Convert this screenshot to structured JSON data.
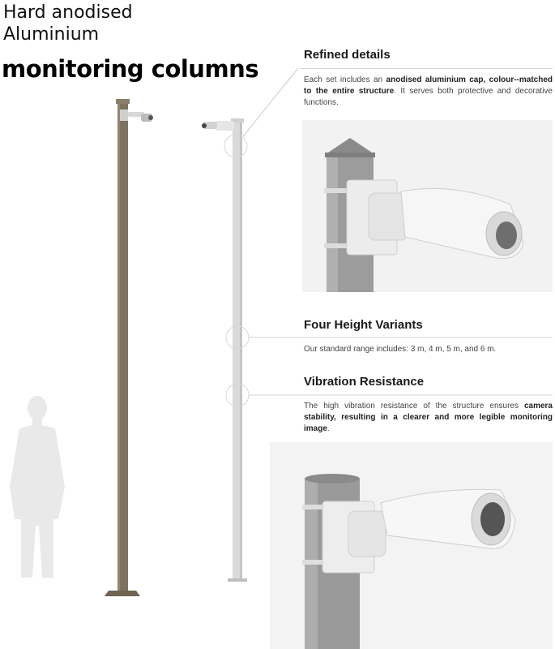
{
  "title": {
    "line1": "Hard anodised",
    "line2": "Aluminium",
    "line3": "monitoring columns"
  },
  "sections": [
    {
      "heading": "Refined details",
      "text_pre": "Each set includes an ",
      "text_bold": "anodised aluminium cap, colour--matched to the entire structure",
      "text_post": ". It serves both protective and decorative functions."
    },
    {
      "heading": "Four Height Variants",
      "text": "Our standard range includes: 3 m, 4 m, 5 m, and 6 m."
    },
    {
      "heading": "Vibration Resistance",
      "text_pre": "The high vibration resistance of the structure ensures ",
      "text_bold": "camera stability, resulting in a clearer and more legible monitoring image",
      "text_post": "."
    }
  ],
  "colors": {
    "bronze_pole": "#7d715f",
    "silver_pole": "#d9dadc",
    "silhouette": "#e9e9e9",
    "panel_bg": "#f2f2f2"
  }
}
